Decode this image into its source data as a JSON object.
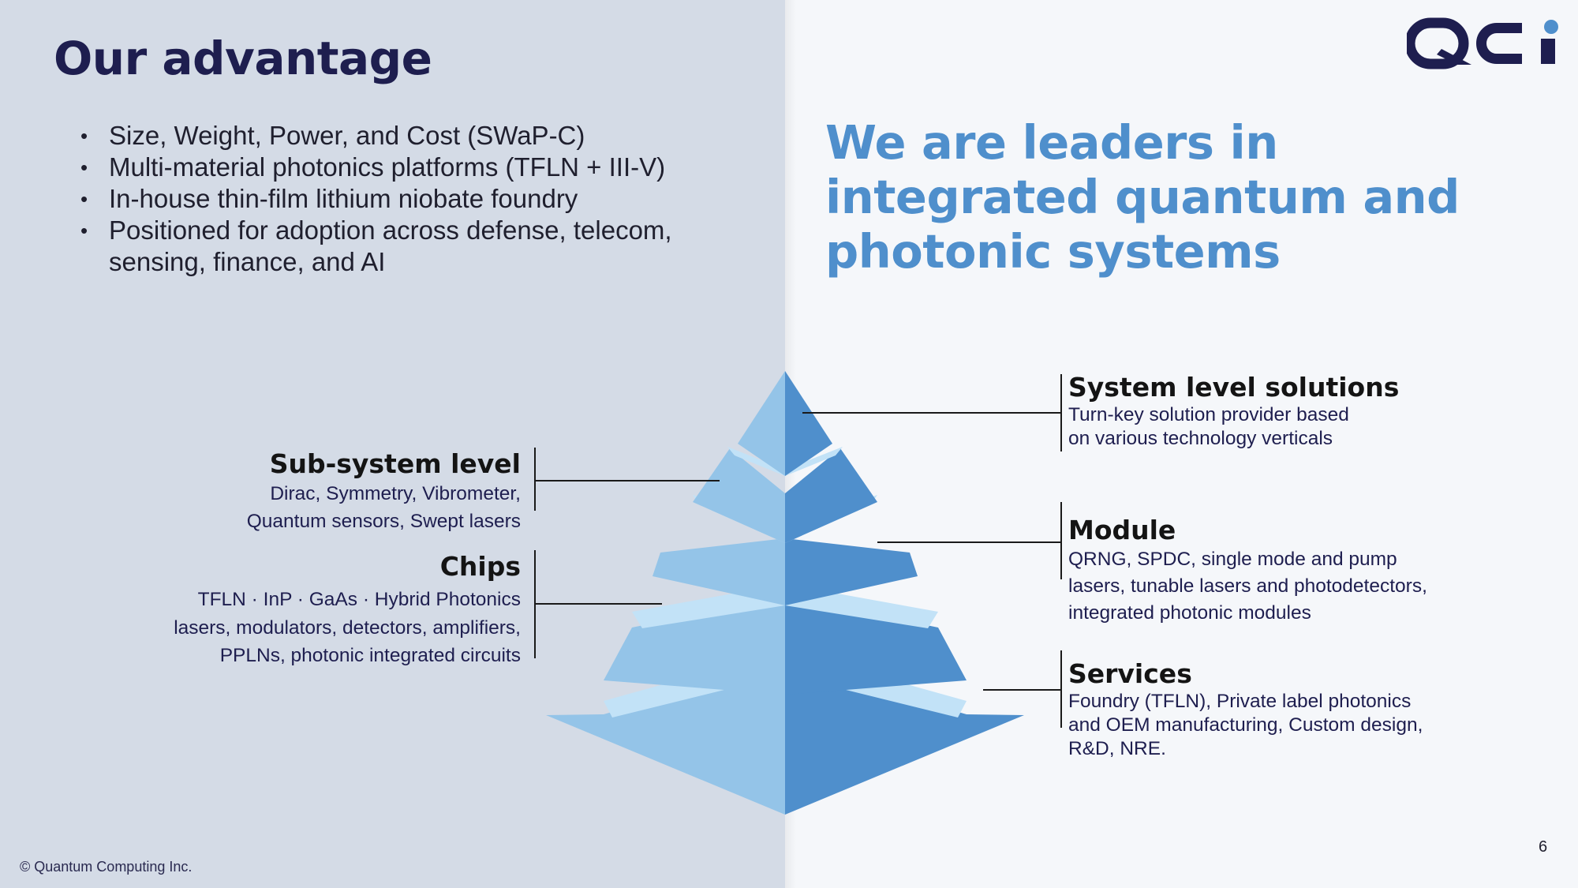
{
  "slide": {
    "title": "Our advantage",
    "bullets": [
      "Size, Weight, Power, and Cost (SWaP-C)",
      "Multi-material photonics platforms (TFLN + III-V)",
      "In-house thin-film lithium niobate foundry",
      "Positioned for adoption across defense, telecom, sensing, finance, and AI"
    ],
    "headline": "We are leaders in integrated quantum and photonic systems",
    "logo_text": "QCi",
    "copyright": "© Quantum Computing Inc.",
    "page_number": "6"
  },
  "pyramid": {
    "levels": [
      {
        "title": "System level solutions",
        "lines": [
          "Turn-key solution provider based",
          "on various technology verticals"
        ]
      },
      {
        "title": "Sub-system level",
        "lines": [
          "Dirac, Symmetry, Vibrometer,",
          "Quantum sensors, Swept lasers"
        ]
      },
      {
        "title": "Module",
        "lines": [
          "QRNG, SPDC, single mode and pump",
          "lasers, tunable lasers and photodetectors,",
          "integrated photonic modules"
        ]
      },
      {
        "title": "Chips",
        "lines": [
          "TFLN · InP · GaAs · Hybrid Photonics",
          "lasers, modulators, detectors, amplifiers,",
          "PPLNs, photonic integrated circuits"
        ]
      },
      {
        "title": "Services",
        "lines": [
          "Foundry (TFLN), Private label photonics",
          "and OEM manufacturing, Custom design,",
          "R&D, NRE."
        ]
      }
    ]
  },
  "colors": {
    "left_panel": "#d4dbe6",
    "right_panel": "#f5f7fa",
    "title": "#1e1e4f",
    "headline": "#4f8fcc",
    "pyramid_light": "#94c4e8",
    "pyramid_dark": "#4f8fcc",
    "pyramid_ledge": "#c2e2f7"
  }
}
